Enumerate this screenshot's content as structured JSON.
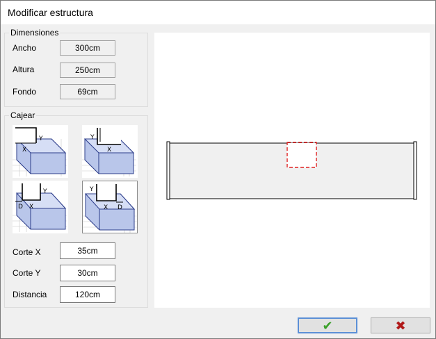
{
  "window": {
    "title": "Modificar estructura"
  },
  "dimensiones": {
    "legend": "Dimensiones",
    "ancho": {
      "label": "Ancho",
      "value": "300cm"
    },
    "altura": {
      "label": "Altura",
      "value": "250cm"
    },
    "fondo": {
      "label": "Fondo",
      "value": "69cm"
    }
  },
  "cajear": {
    "legend": "Cajear",
    "options": [
      {
        "id": "corner-left",
        "labels": [
          "X",
          "Y"
        ]
      },
      {
        "id": "corner-right",
        "labels": [
          "Y",
          "X"
        ]
      },
      {
        "id": "slot-left",
        "labels": [
          "D",
          "X",
          "Y"
        ]
      },
      {
        "id": "slot-center",
        "labels": [
          "Y",
          "X",
          "D"
        ]
      }
    ],
    "selected": "slot-center",
    "corte_x": {
      "label": "Corte X",
      "value": "35cm"
    },
    "corte_y": {
      "label": "Corte Y",
      "value": "30cm"
    },
    "distancia": {
      "label": "Distancia",
      "value": "120cm"
    }
  },
  "buttons": {
    "ok": {
      "glyph": "✔",
      "color": "#3aa02a"
    },
    "cancel": {
      "glyph": "✖",
      "color": "#b01818"
    }
  },
  "colors": {
    "cut_dash": "#e02020",
    "thumb_fill": "#b9c6ea",
    "thumb_edge": "#2b3c8a"
  }
}
